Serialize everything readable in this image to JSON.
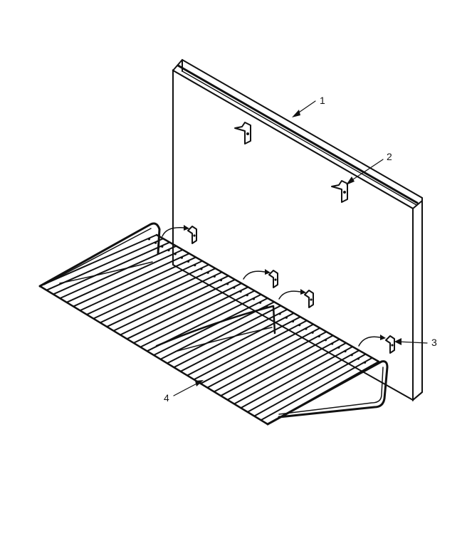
{
  "diagram": {
    "parts": [
      {
        "callout": "1",
        "part": "panel"
      },
      {
        "callout": "2",
        "part": "clip"
      },
      {
        "callout": "3",
        "part": "clip"
      },
      {
        "callout": "4",
        "part": "wire-shelf"
      }
    ],
    "colors": {
      "line": "#111111",
      "background": "#ffffff"
    }
  }
}
